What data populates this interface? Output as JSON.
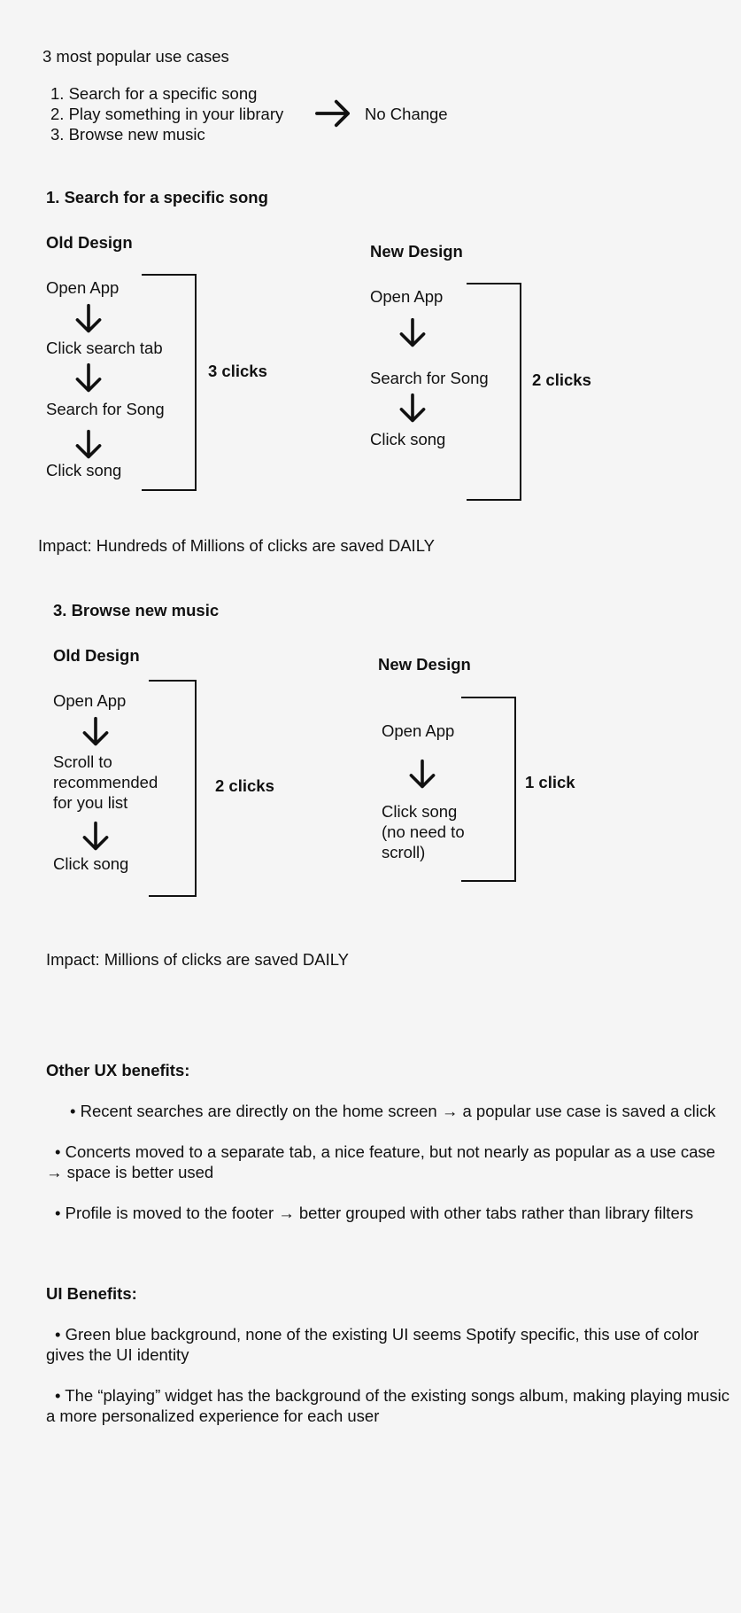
{
  "intro": {
    "title": "3 most popular use cases",
    "items": [
      "1.  Search for a specific song",
      "2. Play something in your library",
      "3. Browse new music"
    ],
    "result": "No Change"
  },
  "section1": {
    "heading": "1. Search for a specific song",
    "old": {
      "label": "Old Design",
      "steps": [
        "Open App",
        "Click search tab",
        "Search for Song",
        "Click song"
      ],
      "count": "3 clicks"
    },
    "new": {
      "label": "New Design",
      "steps": [
        "Open App",
        "Search for Song",
        "Click song"
      ],
      "count": "2 clicks"
    },
    "impact": "Impact: Hundreds of Millions of clicks are saved DAILY"
  },
  "section3": {
    "heading": "3. Browse new music",
    "old": {
      "label": "Old Design",
      "steps": [
        "Open App",
        "Scroll to\nrecommended\nfor you list",
        "Click song"
      ],
      "count": "2 clicks"
    },
    "new": {
      "label": "New Design",
      "steps": [
        "Open App",
        "Click song\n(no need to\nscroll)"
      ],
      "count": "1 click"
    },
    "impact": "Impact: Millions of clicks are saved DAILY"
  },
  "ux": {
    "heading": "Other UX benefits:",
    "bullets": [
      "Recent searches are directly on the home screen → a popular use case is saved a click",
      "Concerts moved to a separate tab, a nice feature, but not nearly as popular as a use case → space is better used",
      "Profile is moved to the footer → better grouped with other tabs rather than library filters"
    ]
  },
  "ui": {
    "heading": "UI Benefits:",
    "bullets": [
      "Green blue background, none of the existing UI seems Spotify specific, this use of color gives the UI identity",
      "The “playing” widget has the background of the existing songs album, making playing music a more personalized experience for each user"
    ]
  }
}
